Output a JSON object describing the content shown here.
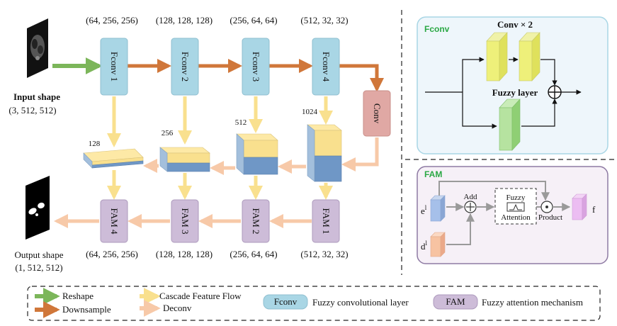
{
  "main": {
    "input_label": "Input shape",
    "input_shape": "(3, 512, 512)",
    "output_label": "Output shape",
    "output_shape": "(1, 512, 512)",
    "top_shapes": [
      "(64, 256, 256)",
      "(128, 128, 128)",
      "(256, 64, 64)",
      "(512, 32, 32)"
    ],
    "bottom_shapes": [
      "(64, 256, 256)",
      "(128, 128, 128)",
      "(256, 64, 64)",
      "(512, 32, 32)"
    ],
    "fconv_blocks": [
      "Fconv 1",
      "Fconv 2",
      "Fconv 3",
      "Fconv 4"
    ],
    "fam_blocks": [
      "FAM 4",
      "FAM 3",
      "FAM 2",
      "FAM 1"
    ],
    "conv_label": "Conv",
    "channel_labels": [
      "128",
      "256",
      "512",
      "1024"
    ]
  },
  "fconv_panel": {
    "title": "Fconv",
    "conv_label": "Conv × 2",
    "fuzzy_label": "Fuzzy layer"
  },
  "fam_panel": {
    "title": "FAM",
    "e_label": "e",
    "e_sup": "l",
    "d_label": "d",
    "d_sup": "l",
    "add_label": "Add",
    "fuzzy_label": "Fuzzy",
    "attention_label": "Attention",
    "product_label": "Product",
    "f_label": "f"
  },
  "legend": {
    "reshape": "Reshape",
    "downsample": "Downsample",
    "cascade": "Cascade Feature Flow",
    "deconv": "Deconv",
    "fconv_key": "Fconv",
    "fconv_desc": "Fuzzy convolutional layer",
    "fam_key": "FAM",
    "fam_desc": "Fuzzy attention mechanism"
  },
  "colors": {
    "reshape": "#7cb65a",
    "downsample": "#d0773a",
    "cascade": "#f9e08e",
    "deconv": "#f7c9a8",
    "fconv_fill": "#a9d6e5",
    "fam_fill": "#cdbcd8",
    "conv_fill": "#e0a8a4",
    "fconv_panel_fill": "#eef6fb",
    "fam_panel_fill": "#f6f0f7",
    "green_title": "#2aa844"
  }
}
